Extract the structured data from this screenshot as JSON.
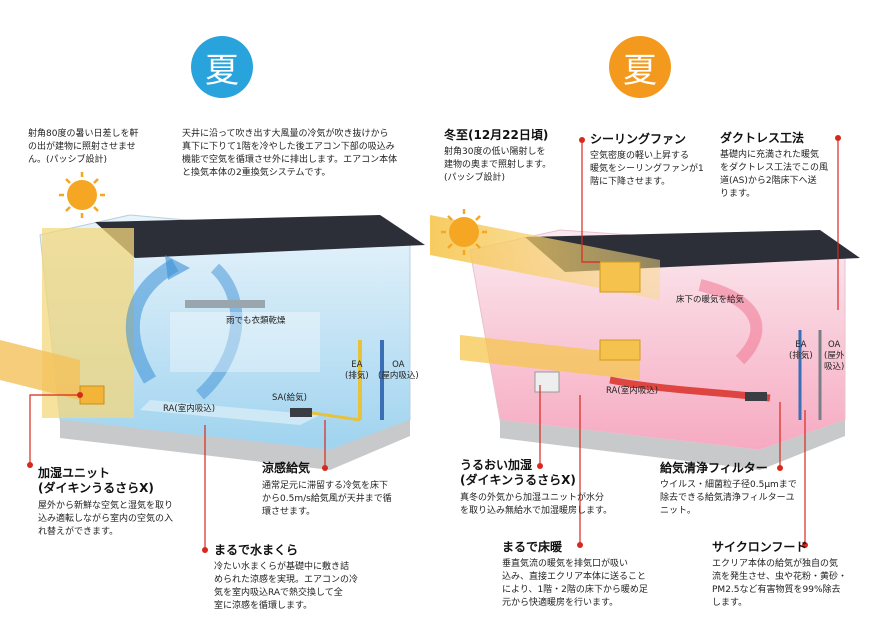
{
  "colors": {
    "summer_badge": "#29a3dc",
    "winter_badge": "#f39a1e",
    "roof": "#2c2f38",
    "red_marker": "#d7281e"
  },
  "left": {
    "badge": "夏",
    "intro_sun": "射角80度の暑い日差しを軒\nの出が建物に照射させませ\nん。(パッシブ設計)",
    "intro_airflow": "天井に沿って吹き出す大風量の冷気が吹き抜けから\n真下に下りて1階を冷やした後エアコン下部の吸込み\n機能で空気を循環させ外に排出します。エアコン本体\nと換気本体の2重換気システムです。",
    "labels": {
      "dry": "雨でも衣類乾燥",
      "ea": "EA\n(排気)",
      "oa": "OA\n(屋内吸込)",
      "sa": "SA(給気)",
      "ra": "RA(室内吸込)"
    },
    "callouts": [
      {
        "title": "加湿ユニット\n(ダイキンうるさらX)",
        "body": "屋外から新鮮な空気と湿気を取り\n込み適転しながら室内の空気の入\nれ替えができます。"
      },
      {
        "title": "涼感給気",
        "body": "通常足元に滞留する冷気を床下\nから0.5m/s給気風が天井まで循\n環させます。"
      },
      {
        "title": "まるで水まくら",
        "body": "冷たい水まくらが基礎中に敷き詰\nめられた涼感を実現。エアコンの冷\n気を室内吸込RAで熱交換して全\n室に涼感を循環します。"
      }
    ]
  },
  "right": {
    "badge": "夏",
    "labels": {
      "underfloor": "床下の暖気を給気",
      "ea": "EA\n(排気)",
      "oa": "OA\n(屋外\n吸込)",
      "ra": "RA(室内吸込)"
    },
    "callouts": [
      {
        "title": "冬至(12月22日頃)",
        "body": "射角30度の低い陽射しを\n建物の奥まで照射します。\n(パッシブ設計)"
      },
      {
        "title": "シーリングファン",
        "body": "空気密度の軽い上昇する\n暖気をシーリングファンが1\n階に下降させます。"
      },
      {
        "title": "ダクトレス工法",
        "body": "基礎内に充満された暖気\nをダクトレス工法でこの風\n道(AS)から2階床下へ送\nります。"
      },
      {
        "title": "うるおい加湿\n(ダイキンうるさらX)",
        "body": "真冬の外気から加湿ユニットが水分\nを取り込み無給水で加湿暖房します。"
      },
      {
        "title": "給気清浄フィルター",
        "body": "ウイルス・細菌粒子径0.5μmまで\n除去できる給気清浄フィルターユ\nニット。"
      },
      {
        "title": "まるで床暖",
        "body": "垂直気流の暖気を排気口が吸い\n込み、直接エクリア本体に送ること\nにより、1階・2階の床下から暖め足\n元から快適暖房を行います。"
      },
      {
        "title": "サイクロンフード",
        "body": "エクリア本体の給気が独自の気\n流を発生させ、虫や花粉・黄砂・\nPM2.5など有害物質を99%除去\nします。"
      }
    ]
  }
}
